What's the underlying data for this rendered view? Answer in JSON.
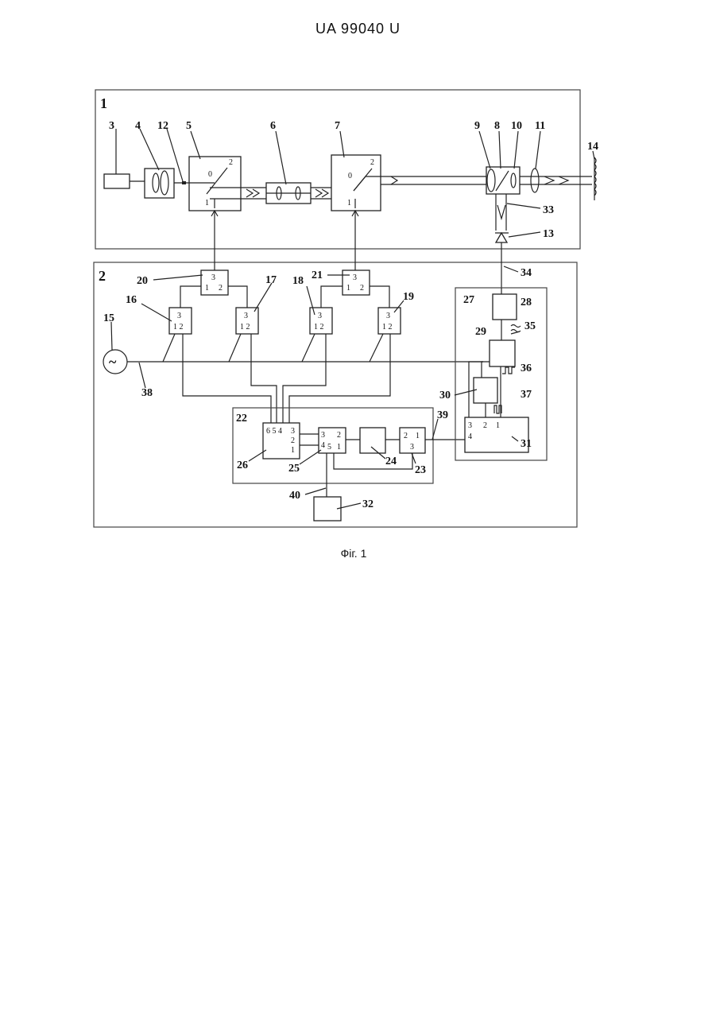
{
  "header": {
    "text": "UA   99040   U"
  },
  "caption": "Фіг. 1",
  "labels": {
    "n1": "1",
    "n2": "2",
    "n3": "3",
    "n4": "4",
    "n5": "5",
    "n6": "6",
    "n7": "7",
    "n8": "8",
    "n9": "9",
    "n10": "10",
    "n11": "11",
    "n12": "12",
    "n13": "13",
    "n14": "14",
    "n15": "15",
    "n16": "16",
    "n17": "17",
    "n18": "18",
    "n19": "19",
    "n20": "20",
    "n21": "21",
    "n22": "22",
    "n23": "23",
    "n24": "24",
    "n25": "25",
    "n26": "26",
    "n27": "27",
    "n28": "28",
    "n29": "29",
    "n30": "30",
    "n31": "31",
    "n32": "32",
    "n33": "33",
    "n34": "34",
    "n35": "35",
    "n36": "36",
    "n37": "37",
    "n38": "38",
    "n39": "39",
    "n40": "40"
  },
  "pins": {
    "p0": "0",
    "p1": "1",
    "p2": "2",
    "p3": "3",
    "p4": "4",
    "p5": "5",
    "p6": "6",
    "p12": "1 2",
    "p654": "6 5 4"
  },
  "symbols": {
    "tilde": "~"
  }
}
